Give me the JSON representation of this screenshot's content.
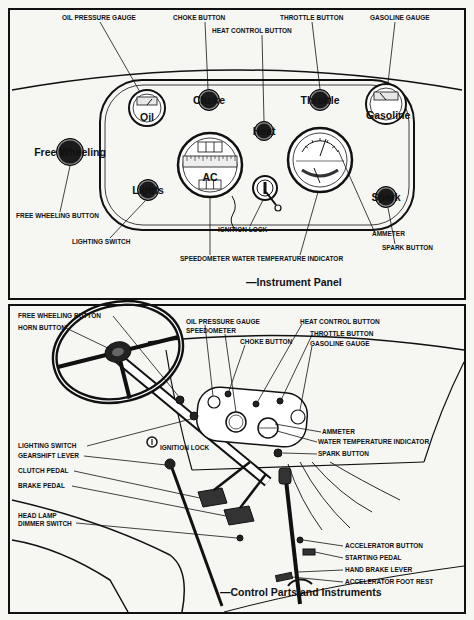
{
  "diagram": {
    "nodes": [
      {
        "text": [
          "—Instrument Panel"
        ]
      },
      {
        "text": [
          "Oil"
        ],
        "in": 0
      },
      {
        "text": [
          "Choke"
        ],
        "in": 0
      },
      {
        "text": [
          "Heat"
        ],
        "in": 0
      },
      {
        "text": [
          "Throttle"
        ],
        "in": 0
      },
      {
        "text": [
          "Gasoline"
        ],
        "in": 0
      },
      {
        "text": [
          "Free Wheeling"
        ],
        "in": 0
      },
      {
        "text": [
          "Lights"
        ],
        "in": 0
      },
      {
        "text": [
          "AC"
        ],
        "in": 0
      },
      {
        "text": [
          "Spark"
        ],
        "in": 0
      },
      {
        "text": [
          "—Control Parts and Instruments"
        ]
      }
    ],
    "labels": [
      "OIL PRESSURE GAUGE",
      "CHOKE BUTTON",
      "HEAT CONTROL BUTTON",
      "THROTTLE BUTTON",
      "GASOLINE GAUGE",
      "FREE WHEELING BUTTON",
      "LIGHTING SWITCH",
      "IGNITION LOCK",
      "AMMETER",
      "SPARK BUTTON",
      "SPEEDOMETER",
      "WATER TEMPERATURE INDICATOR",
      "FREE WHEELING BUTTON",
      "HORN BUTTON",
      "OIL PRESSURE GAUGE",
      "SPEEDOMETER",
      "HEAT CONTROL BUTTON",
      "THROTTLE BUTTON",
      "CHOKE BUTTON",
      "GASOLINE GAUGE",
      "AMMETER",
      "WATER TEMPERATURE INDICATOR",
      "SPARK BUTTON",
      "LIGHTING SWITCH",
      "IGNITION LOCK",
      "GEARSHIFT LEVER",
      "CLUTCH PEDAL",
      "BRAKE PEDAL",
      "HEAD LAMP DIMMER SWITCH",
      "ACCELERATOR BUTTON",
      "STARTING PEDAL",
      "HAND BRAKE LEVER",
      "ACCELERATOR FOOT REST"
    ]
  }
}
